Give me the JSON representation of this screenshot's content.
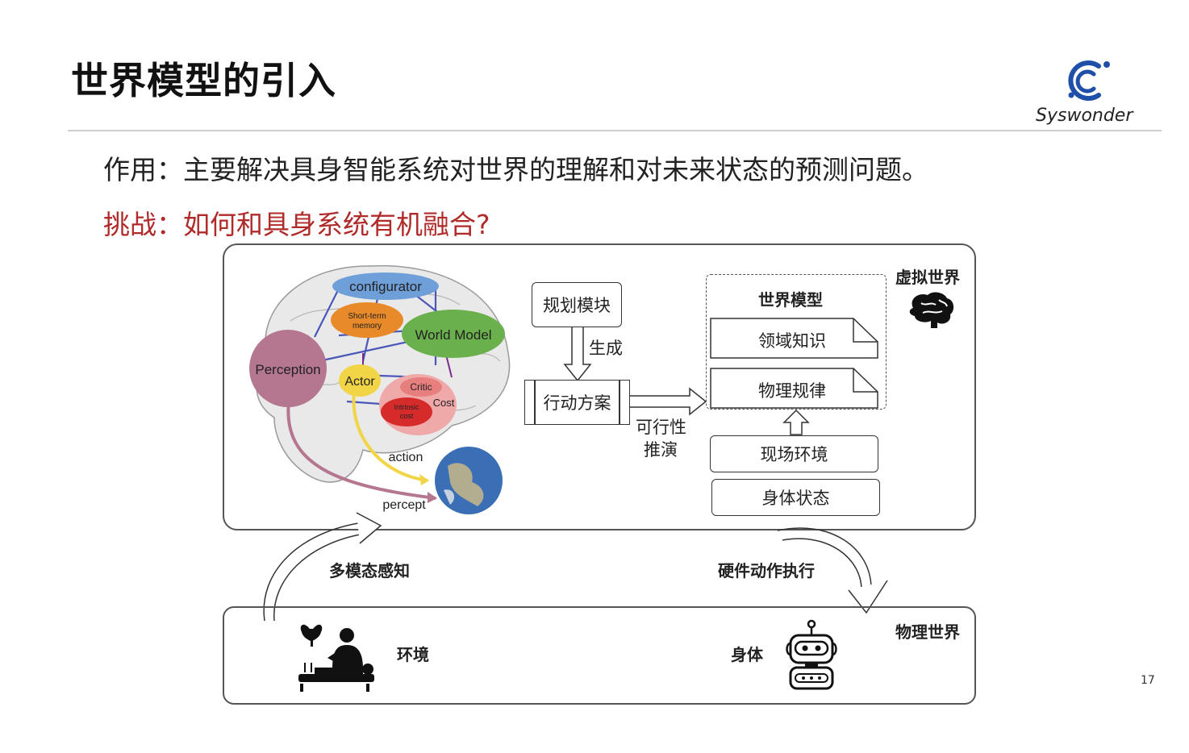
{
  "header": {
    "title": "世界模型的引入",
    "logo_text": "Syswonder"
  },
  "body": {
    "purpose": "作用：主要解决具身智能系统对世界的理解和对未来状态的预测问题。",
    "challenge": "挑战：如何和具身系统有机融合?"
  },
  "brain_diagram": {
    "configurator": "configurator",
    "short_term_memory_1": "Short-term",
    "short_term_memory_2": "memory",
    "world_model": "World Model",
    "perception": "Perception",
    "actor": "Actor",
    "critic": "Critic",
    "cost": "Cost",
    "intrinsic_cost_1": "Intrinsic",
    "intrinsic_cost_2": "cost",
    "action": "action",
    "percept": "percept"
  },
  "flow": {
    "planning_module": "规划模块",
    "generate": "生成",
    "action_plan": "行动方案",
    "feasibility_1": "可行性",
    "feasibility_2": "推演",
    "world_model_title": "世界模型",
    "domain_knowledge": "领域知识",
    "physics_rules": "物理规律",
    "scene_env": "现场环境",
    "body_state": "身体状态",
    "virtual_world": "虚拟世界",
    "physical_world": "物理世界",
    "multimodal_perception": "多模态感知",
    "hardware_execution": "硬件动作执行",
    "environment": "环境",
    "body": "身体"
  },
  "colors": {
    "challenge_red": "#b02a2a",
    "configurator_blue": "#6f9fd8",
    "memory_orange": "#e88a2a",
    "world_model_green": "#6ab04c",
    "perception_mauve": "#b5768f",
    "actor_yellow": "#f2d547",
    "cost_pink": "#f0a9a9",
    "intrinsic_red": "#d62b2b"
  },
  "page_number": "17"
}
